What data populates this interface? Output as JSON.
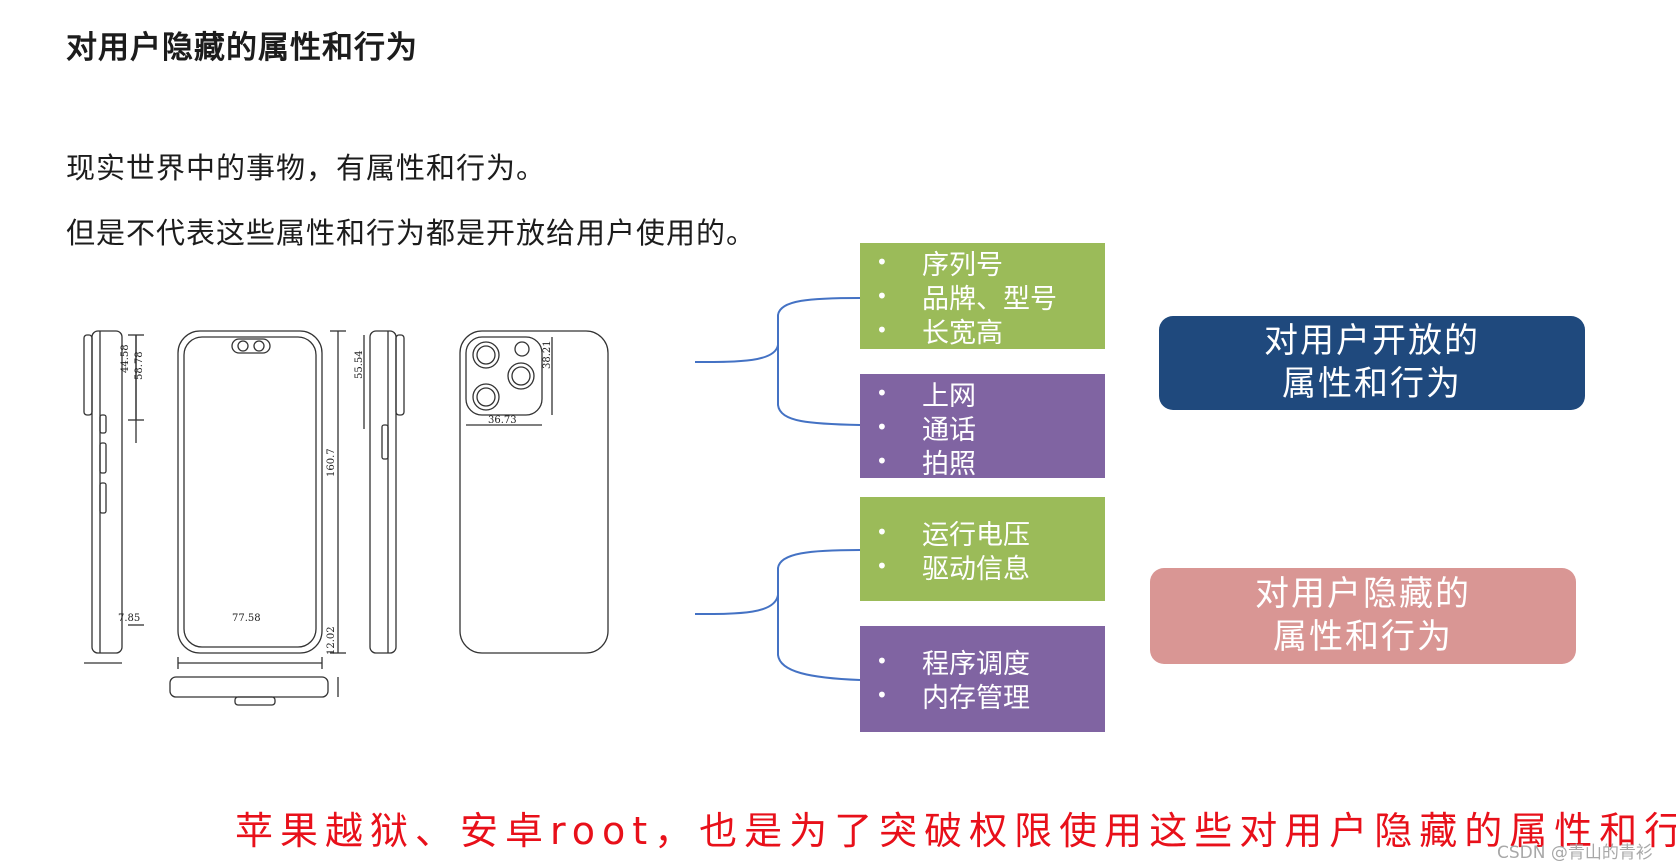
{
  "heading": "对用户隐藏的属性和行为",
  "paragraphs": [
    "现实世界中的事物，有属性和行为。",
    "但是不代表这些属性和行为都是开放给用户使用的。"
  ],
  "drawing": {
    "dim_44_58": "44.58",
    "dim_58_78": "58.78",
    "dim_55_54": "55.54",
    "dim_160_7": "160.7",
    "dim_7_85": "7.85",
    "dim_77_58": "77.58",
    "dim_12_02": "12.02",
    "dim_38_21": "38.21",
    "dim_36_73": "36.73"
  },
  "bullet_symbol": "•",
  "boxes": [
    {
      "color": "#9bbb59",
      "items": [
        "序列号",
        "品牌、型号",
        "长宽高"
      ]
    },
    {
      "color": "#8064a2",
      "items": [
        "上网",
        "通话",
        "拍照"
      ]
    },
    {
      "color": "#9bbb59",
      "items": [
        "运行电压",
        "驱动信息"
      ]
    },
    {
      "color": "#8064a2",
      "items": [
        "程序调度",
        "内存管理"
      ]
    }
  ],
  "open_label": {
    "line1": "对用户开放的",
    "line2": "属性和行为",
    "color": "#1f497d"
  },
  "hidden_label": {
    "line1": "对用户隐藏的",
    "line2": "属性和行为",
    "color": "#d99694"
  },
  "brace_color": "#4472c4",
  "handwritten_note": "苹果越狱、安卓root，也是为了突破权限使用这些对用户隐藏的属性和行为",
  "note_color": "#e8101a",
  "watermark": "CSDN @青山的青衫"
}
